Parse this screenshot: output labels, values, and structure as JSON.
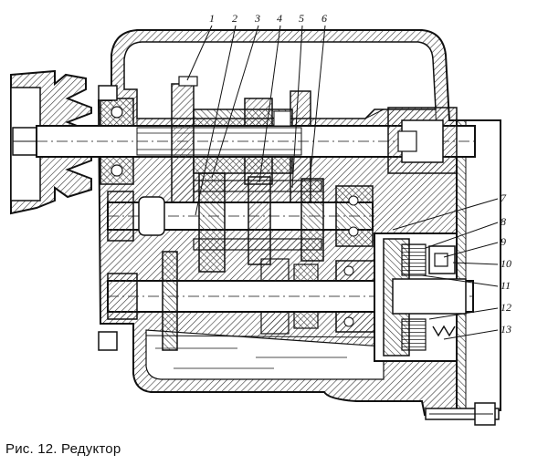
{
  "figure": {
    "caption": "Рис. 12. Редуктор",
    "callouts": [
      "1",
      "2",
      "3",
      "4",
      "5",
      "6",
      "7",
      "8",
      "9",
      "10",
      "11",
      "12",
      "13"
    ]
  },
  "colors": {
    "ink": "#111111",
    "hatch": "#333333",
    "paper": "#ffffff"
  }
}
